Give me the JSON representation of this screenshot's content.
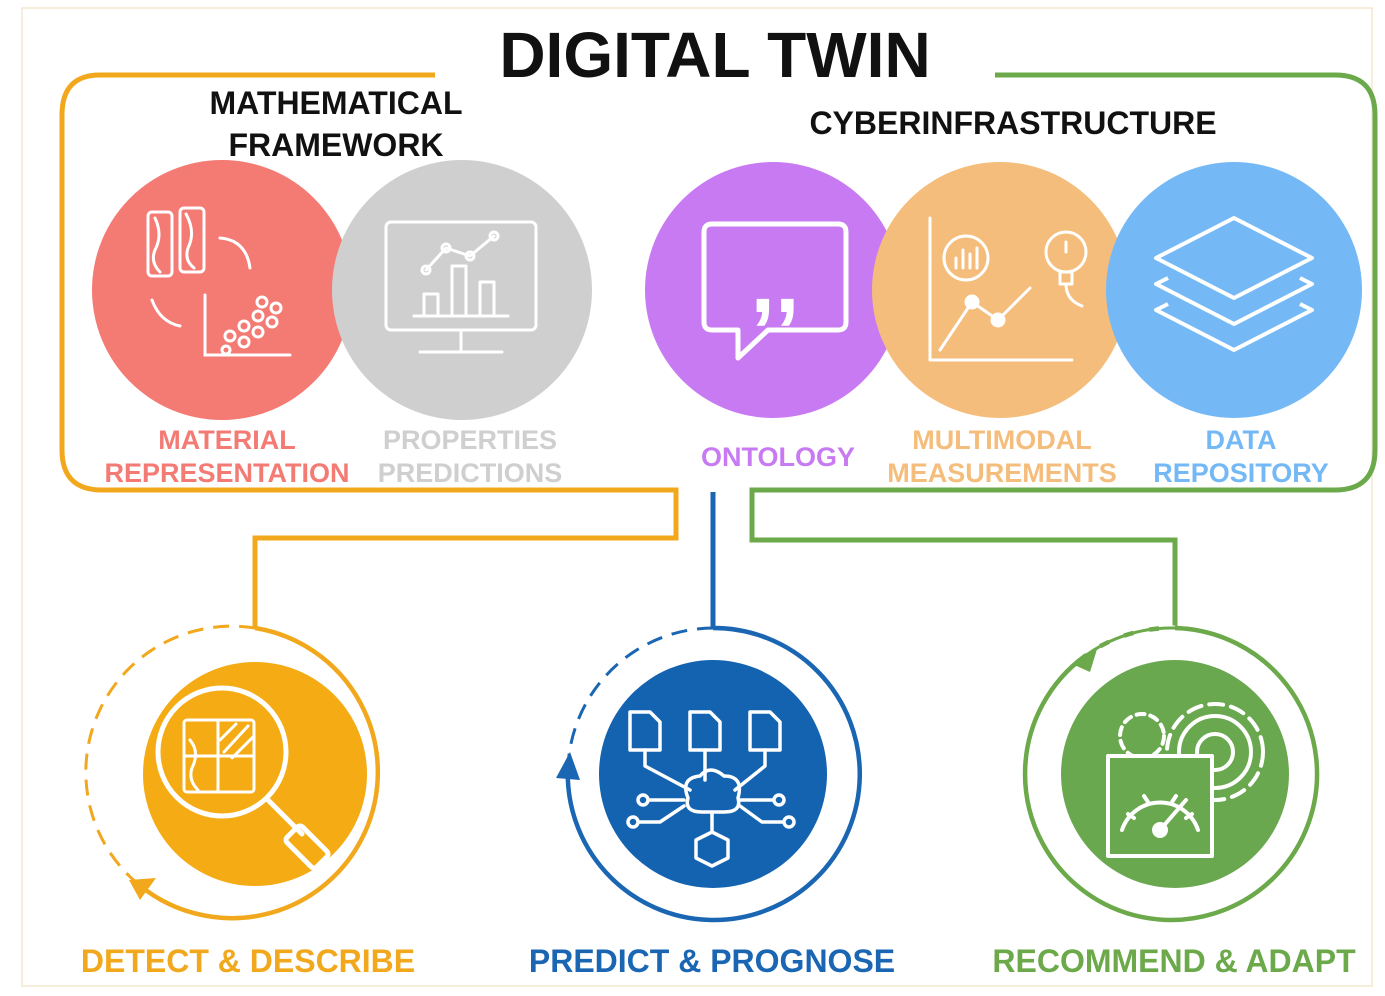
{
  "title": "DIGITAL TWIN",
  "groups": {
    "math": {
      "label_line1": "MATHEMATICAL",
      "label_line2": "FRAMEWORK"
    },
    "cyber": {
      "label": "CYBERINFRASTRUCTURE"
    }
  },
  "components": {
    "material": {
      "line1": "MATERIAL",
      "line2": "REPRESENTATION",
      "icon": "material-scatter-icon"
    },
    "properties": {
      "line1": "PROPERTIES",
      "line2": "PREDICTIONS",
      "icon": "monitor-chart-icon"
    },
    "ontology": {
      "line1": "ONTOLOGY",
      "icon": "quote-bubble-icon"
    },
    "multimodal": {
      "line1": "MULTIMODAL",
      "line2": "MEASUREMENTS",
      "icon": "measurement-chart-icon"
    },
    "data": {
      "line1": "DATA",
      "line2": "REPOSITORY",
      "icon": "layers-icon"
    }
  },
  "stages": {
    "detect": {
      "label": "DETECT & DESCRIBE",
      "icon": "magnifier-icon"
    },
    "predict": {
      "label": "PREDICT & PROGNOSE",
      "icon": "documents-brain-icon"
    },
    "recommend": {
      "label": "RECOMMEND & ADAPT",
      "icon": "gear-gauge-icon"
    }
  },
  "colors": {
    "orange": "#f2a81d",
    "green": "#6ba94a",
    "blue": "#1a66b3",
    "red": "#f47a74",
    "gray": "#cfcfcf",
    "purple": "#c77af2",
    "peach": "#f5bd7b",
    "skyblue": "#74b9f5",
    "title": "#111111"
  }
}
